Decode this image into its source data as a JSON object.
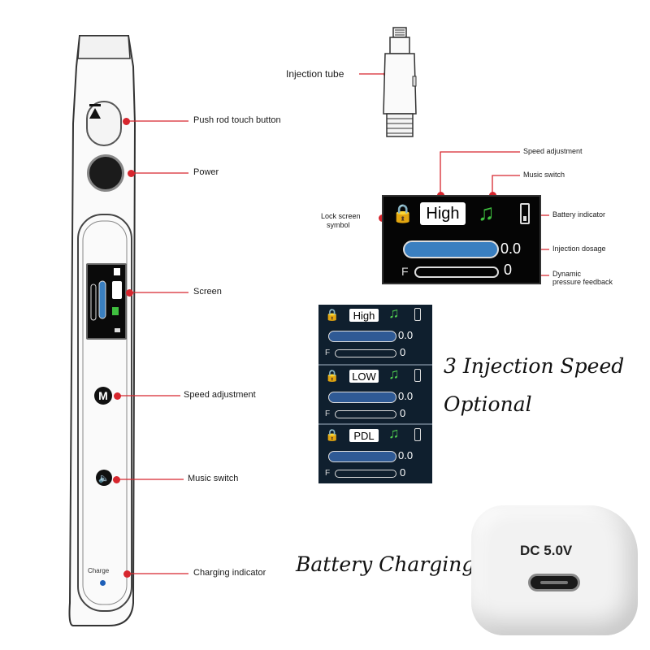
{
  "device": {
    "charge_label": "Charge",
    "m_button_glyph": "M",
    "music_button_glyph": "🔈"
  },
  "callouts": {
    "injection_tube": "Injection tube",
    "push_rod": "Push rod touch button",
    "power": "Power",
    "screen": "Screen",
    "speed_adjustment": "Speed adjustment",
    "music_switch": "Music switch",
    "charging_indicator": "Charging indicator"
  },
  "screen_diagram": {
    "speed_adjustment": "Speed adjustment",
    "music_switch": "Music switch",
    "lock_screen": "Lock screen",
    "lock_screen_2": "symbol",
    "battery_indicator": "Battery indicator",
    "injection_dosage": "Injection dosage",
    "dynamic_pressure": "Dynamic",
    "dynamic_pressure_2": "pressure feedback",
    "speed_value": "High",
    "dosage_value": "0.0",
    "f_label": "F",
    "pressure_value": "0",
    "music_glyph": "♫",
    "lock_glyph": "🔒"
  },
  "speed_modes": [
    {
      "speed": "High",
      "dosage": "0.0",
      "f": "F",
      "pressure": "0"
    },
    {
      "speed": "LOW",
      "dosage": "0.0",
      "f": "F",
      "pressure": "0"
    },
    {
      "speed": "PDL",
      "dosage": "0.0",
      "f": "F",
      "pressure": "0"
    }
  ],
  "headline": {
    "line1": "3 Injection Speed",
    "line2": "Optional",
    "charging": "Battery Charging"
  },
  "charger": {
    "label": "DC 5.0V"
  },
  "colors": {
    "callout_red": "#d7262e",
    "music_green": "#3fbf3f",
    "dosage_blue": "#3a7fc0"
  }
}
